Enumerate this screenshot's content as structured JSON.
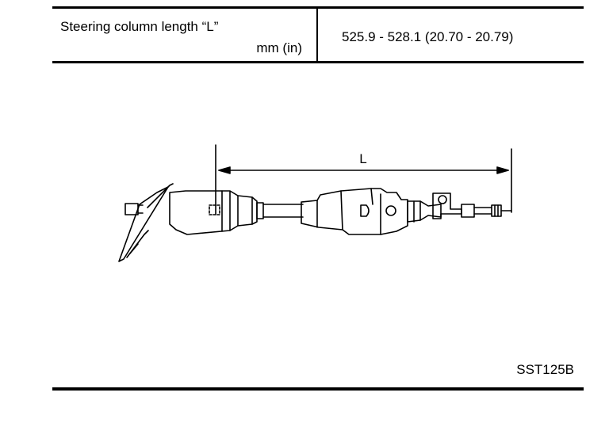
{
  "spec_table": {
    "label_line1": "Steering column length “L”",
    "label_line2": "mm (in)",
    "value": "525.9 - 528.1 (20.70 - 20.79)"
  },
  "figure": {
    "dimension_label": "L",
    "figure_code": "SST125B"
  }
}
